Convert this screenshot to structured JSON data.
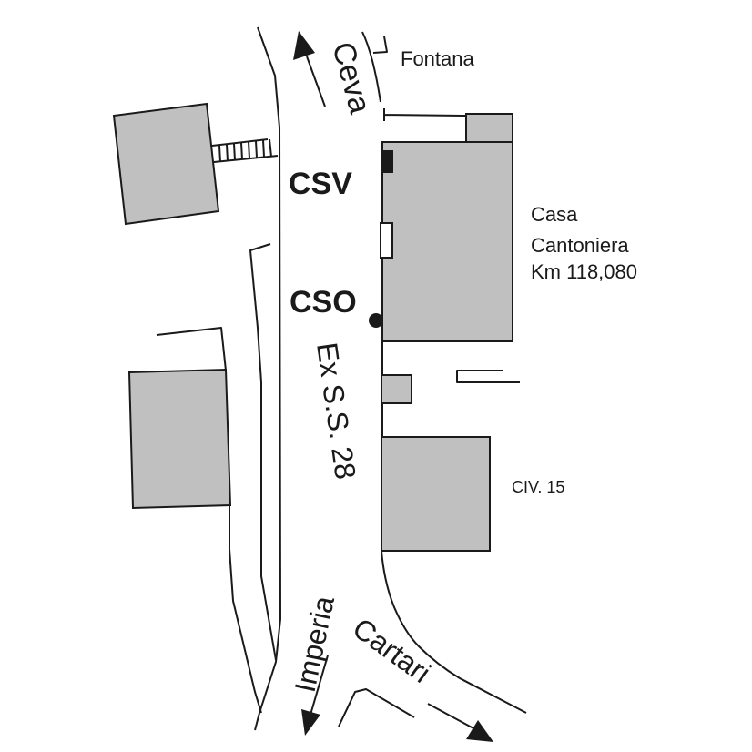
{
  "labels": {
    "ceva": "Ceva",
    "fontana": "Fontana",
    "csv": "CSV",
    "cso": "CSO",
    "casa_line1": "Casa",
    "casa_line2": "Cantoniera",
    "casa_line3": "Km 118,080",
    "road": "Ex S.S. 28",
    "civ": "CIV. 15",
    "imperia": "Imperia",
    "cartari": "Cartari"
  },
  "colors": {
    "building": "#c0c0c0",
    "line": "#1a1a1a"
  }
}
